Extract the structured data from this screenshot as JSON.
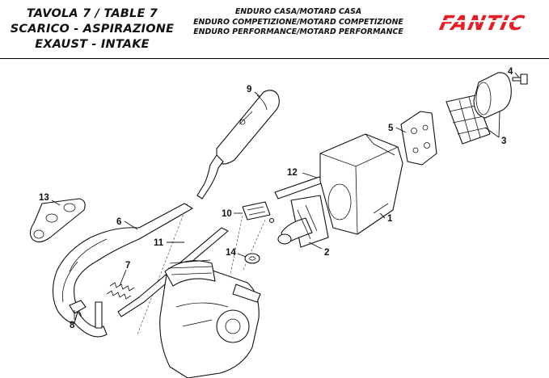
{
  "header": {
    "title_lines": [
      "TAVOLA 7  /  TABLE 7",
      "SCARICO - ASPIRAZIONE",
      "EXAUST - INTAKE"
    ],
    "model_lines": [
      "ENDURO CASA/MOTARD CASA",
      "ENDURO COMPETIZIONE/MOTARD COMPETIZIONE",
      "ENDURO PERFORMANCE/MOTARD PERFORMANCE"
    ],
    "logo_text": "FANTIC",
    "brand_color": "#e31e24"
  },
  "callouts": [
    "1",
    "2",
    "3",
    "4",
    "5",
    "6",
    "7",
    "8",
    "9",
    "10",
    "11",
    "12",
    "13",
    "14"
  ]
}
